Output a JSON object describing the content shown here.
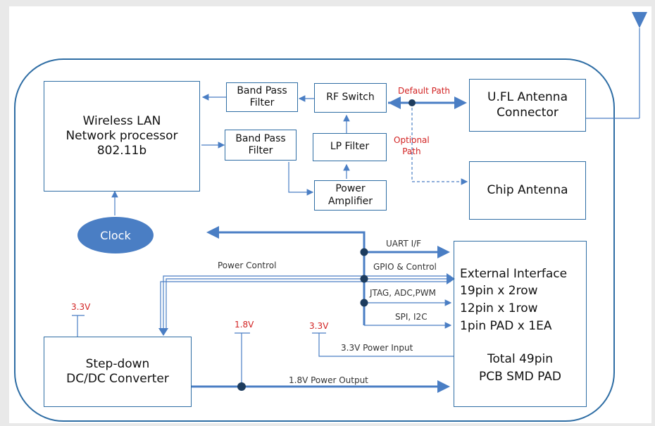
{
  "blocks": {
    "wlan": "Wireless LAN\nNetwork processor\n802.11b",
    "bpf1": "Band Pass\nFilter",
    "bpf2": "Band Pass\nFilter",
    "rf_switch": "RF Switch",
    "lp_filter": "LP Filter",
    "power_amp": "Power\nAmplifier",
    "ufl": "U.FL Antenna\nConnector",
    "chip_antenna": "Chip Antenna",
    "clock": "Clock",
    "stepdown": "Step-down\nDC/DC Converter"
  },
  "external": {
    "title": "External Interface",
    "lines": [
      "19pin x 2row",
      "12pin x 1row",
      "1pin PAD x 1EA"
    ],
    "total1": "Total 49pin",
    "total2": "PCB SMD PAD"
  },
  "labels": {
    "default_path": "Default Path",
    "optional_path": "Optional\nPath",
    "uart": "UART I/F",
    "gpio": "GPIO & Control",
    "jtag": "JTAG, ADC,PWM",
    "spi": "SPI, I2C",
    "power_control": "Power Control",
    "v33_left": "3.3V",
    "v18": "1.8V",
    "v33_mid": "3.3V",
    "power_input": "3.3V Power Input",
    "power_output": "1.8V Power Output"
  },
  "colors": {
    "line": "#2e6da4",
    "arrow": "#4a7ec4",
    "voltage": "#d22222",
    "clock_fill": "#4a7ec4"
  }
}
